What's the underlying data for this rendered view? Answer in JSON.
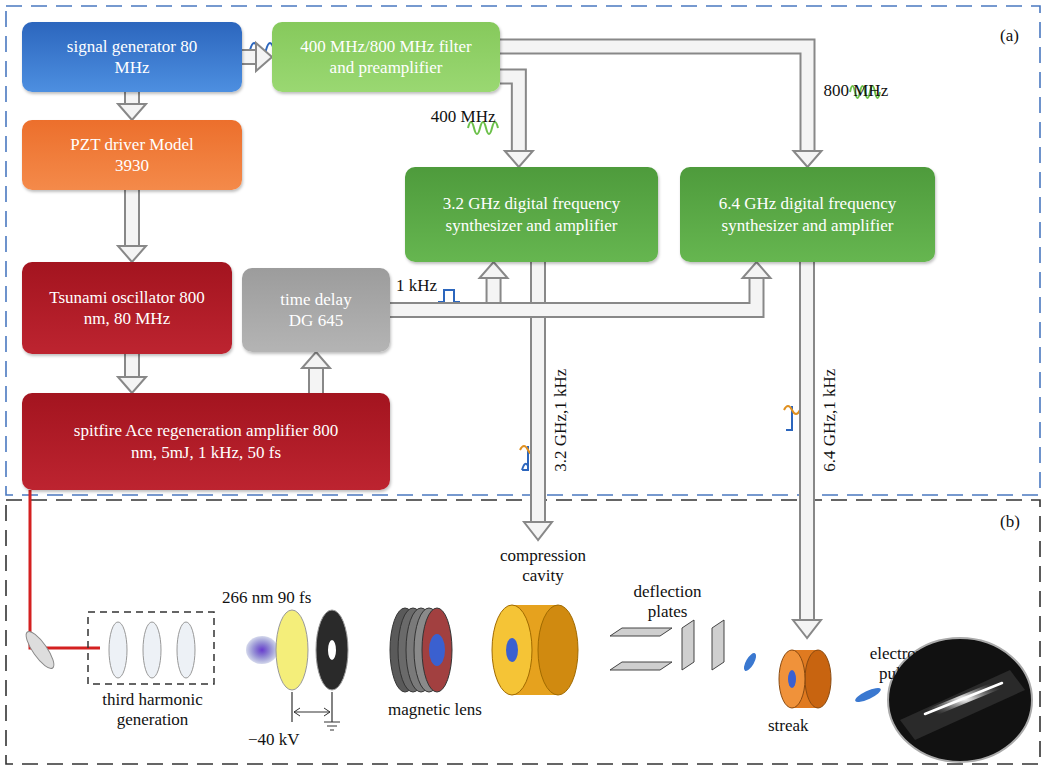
{
  "diagram": {
    "nodes": [
      {
        "text": [
          "signal generator 80 MHz"
        ]
      },
      {
        "text": [
          "400 MHz/800 MHz filter and preamplifier"
        ]
      },
      {
        "text": [
          "PZT driver Model 3930"
        ]
      },
      {
        "text": [
          "Tsunami oscillator 800 nm, 80 MHz"
        ]
      },
      {
        "text": [
          "time delay DG 645"
        ]
      },
      {
        "text": [
          "3.2 GHz digital frequency synthesizer and amplifier"
        ]
      },
      {
        "text": [
          "6.4 GHz digital frequency synthesizer and amplifier"
        ]
      },
      {
        "text": [
          "spitfire Ace regeneration amplifier 800 nm, 5mJ, 1 kHz, 50 fs"
        ]
      }
    ],
    "edges": [
      {
        "from": 0,
        "to": 1,
        "arrow": "to"
      },
      {
        "from": 0,
        "to": 2,
        "arrow": "to"
      },
      {
        "from": 2,
        "to": 3,
        "arrow": "to"
      },
      {
        "from": 7,
        "to": 4,
        "arrow": "to"
      },
      {
        "from": 3,
        "to": 7,
        "arrow": "to"
      },
      {
        "from": 1,
        "to": 5,
        "label": "400 MHz",
        "arrow": "to"
      },
      {
        "from": 1,
        "to": 6,
        "label": "800 MHz",
        "arrow": "to"
      },
      {
        "from": 4,
        "to": 5,
        "label": "1 kHz",
        "arrow": "to"
      },
      {
        "from": 4,
        "to": 6,
        "arrow": "to"
      }
    ],
    "labels": [
      "(a)",
      "(b)",
      "3.2 GHz,1 kHz",
      "6.4 GHz,1 kHz",
      "266 nm 90 fs",
      "third harmonic generation",
      "−40 kV",
      "magnetic lens",
      "compression cavity",
      "deflection plates",
      "streak",
      "electron pulse"
    ]
  }
}
